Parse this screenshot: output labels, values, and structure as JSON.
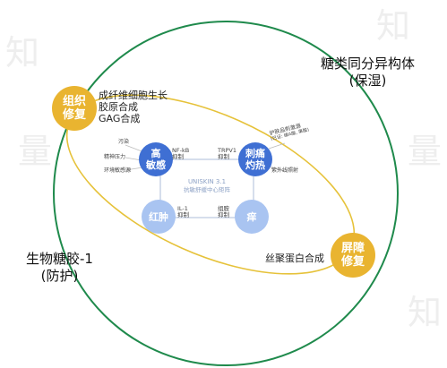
{
  "outer_title": {
    "line1": "糖类同分异构体",
    "line2": "(保湿)"
  },
  "left_title": {
    "line1": "生物糖胶-1",
    "line2": "(防护)"
  },
  "nodes": {
    "tissue_repair": "组织\n修复",
    "barrier_repair": "屏障\n修复",
    "high_sensitivity": "高\n敏感",
    "stinging_burning": "刺痛\n灼热",
    "redness": "红肿",
    "itch": "痒"
  },
  "tissue_repair_list": [
    "成纤维细胞生长",
    "胶原合成",
    "GAG合成"
  ],
  "barrier_label": "丝聚蛋白合成",
  "center": {
    "line1": "UNISKIN 3.1",
    "line2": "抗敏舒缓中心矩阵"
  },
  "edge_labels": {
    "top_left": "NF-kB\n抑制",
    "top_right": "TRPV1\n抑制",
    "bottom_left": "IL-1\n抑制",
    "bottom_right": "组胺\n抑制"
  },
  "triggers": {
    "pollution": "污染",
    "stress": "精神压力",
    "env": "环境敏感源",
    "chem": "护肤品刺激源",
    "chem_sub": "(已证: 维A酸, 果酸)",
    "uv": "紫外线照射"
  }
}
